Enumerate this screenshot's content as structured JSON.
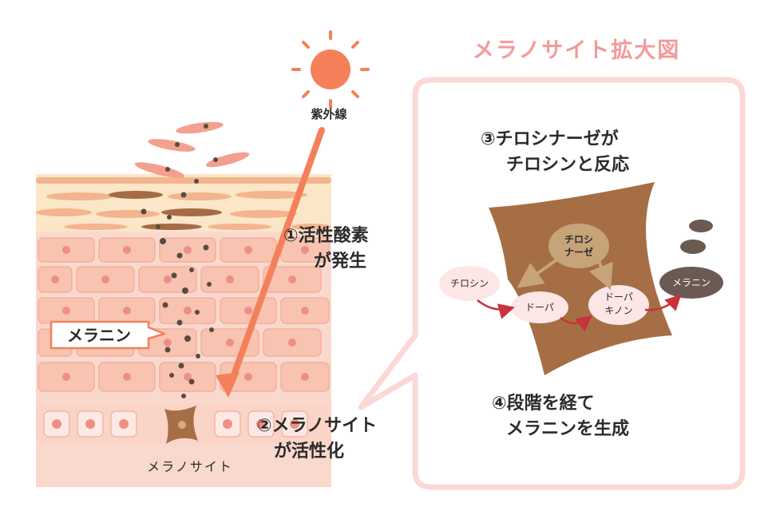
{
  "uv": {
    "label": "紫外線"
  },
  "skin": {
    "melanin_label": "メラニン",
    "melanocyte_label": "メラノサイト"
  },
  "steps": {
    "step1": {
      "line1": "①活性酸素",
      "line2": "が発生"
    },
    "step2": {
      "line1": "②メラノサイト",
      "line2": "が活性化"
    },
    "step3": {
      "line1": "③チロシナーゼが",
      "line2": "チロシンと反応"
    },
    "step4": {
      "line1": "④段階を経て",
      "line2": "メラニンを生成"
    }
  },
  "zoom": {
    "title": "メラノサイト拡大図",
    "tyrosinase": {
      "line1": "チロシ",
      "line2": "ナーゼ"
    },
    "tyrosine": "チロシン",
    "dopa": "ドーパ",
    "dopaquinone": {
      "line1": "ドーパ",
      "line2": "キノン"
    },
    "melanin": "メラニン"
  },
  "colors": {
    "uv_orange": "#f4805a",
    "skin_pink": "#f6c6b6",
    "cell_fill": "#f8cbbb",
    "cell_nucleus": "#ee8f86",
    "melanocyte_brown": "#a66e45",
    "melanin_dark": "#6b5a52",
    "bubble_border": "#fbd8d6",
    "title_pink": "#f29b9b",
    "arrow_red": "#c8323a",
    "arrow_tan": "#c7a37a"
  }
}
